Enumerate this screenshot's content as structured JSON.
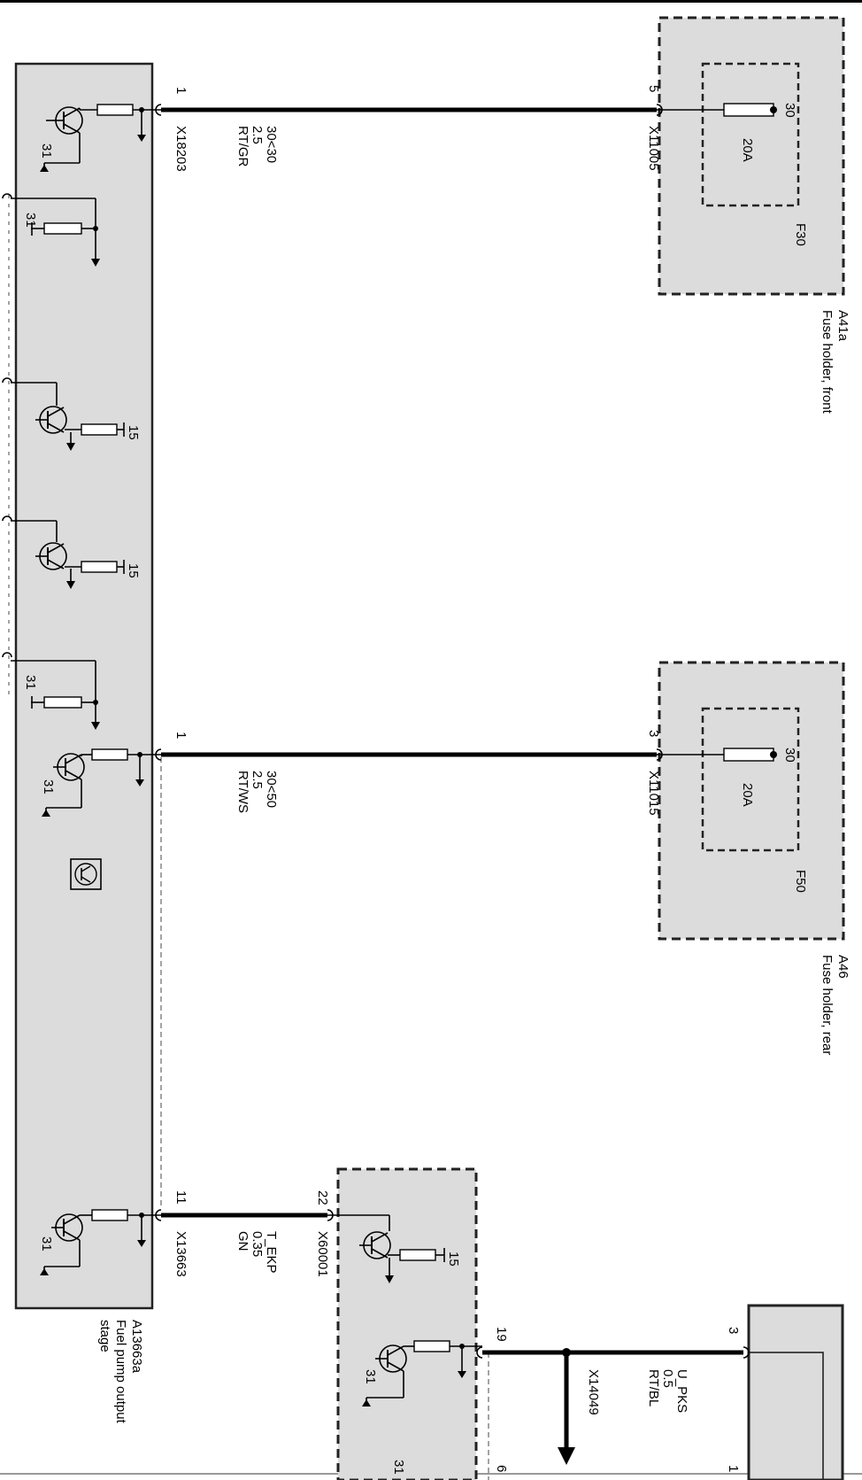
{
  "modules": {
    "fuel_pump": {
      "id": "A13663a",
      "name_line1": "Fuel pump output",
      "name_line2": "stage"
    },
    "fuse_front": {
      "id": "A41a",
      "name": "Fuse holder, front",
      "fuse": "F30",
      "rating": "20A",
      "terminal": "30"
    },
    "fuse_rear": {
      "id": "A46",
      "name": "Fuse holder, rear",
      "fuse": "F50",
      "rating": "20A",
      "terminal": "30"
    }
  },
  "wires": [
    {
      "pin_left": "1",
      "connector_left": "X18203",
      "signal": "30<30",
      "size": "2.5",
      "color": "RT/GR",
      "pin_right": "5",
      "connector_right": "X11005"
    },
    {
      "pin_left": "1",
      "signal": "30<50",
      "size": "2.5",
      "color": "RT/WS",
      "pin_right": "3",
      "connector_right": "X11015"
    },
    {
      "pin_left": "11",
      "connector_left": "X13663",
      "signal": "T_EKP",
      "size": "0.35",
      "color": "GN",
      "pin_right": "22",
      "connector_right": "X60001"
    },
    {
      "pin_left": "19",
      "signal": "U_PKS",
      "size": "0.5",
      "color": "RT/BL",
      "pin_right": "3",
      "branch": "X14049"
    }
  ],
  "ground_labels": {
    "g31": "31",
    "g15": "15"
  },
  "bottom_pins": {
    "pin_6": "6",
    "pin_1": "1",
    "pin_31": "31"
  }
}
